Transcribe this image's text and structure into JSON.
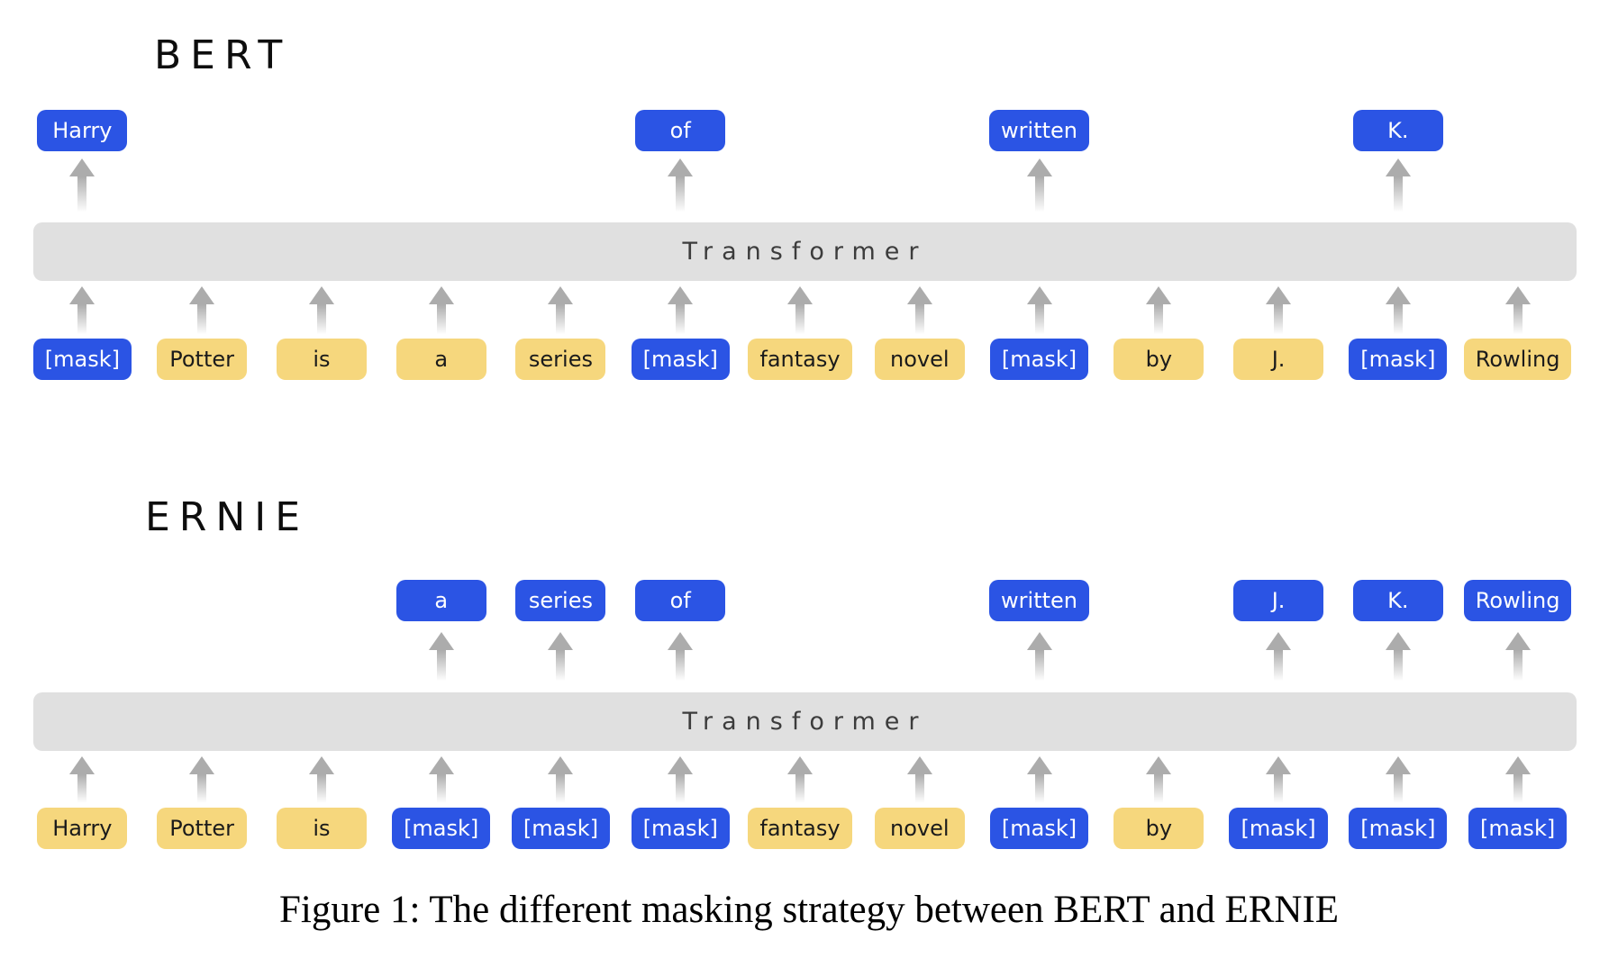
{
  "figure": {
    "caption": "Figure 1: The different masking strategy between BERT and ERNIE"
  },
  "colors": {
    "masked_blue": "#2B54E4",
    "token_yellow": "#F6D77D",
    "bar_gray": "#E0E0E0",
    "arrow_gray": "#ACACAC"
  },
  "sections": [
    {
      "title": "BERT",
      "transformer_label": "Transformer",
      "outputs": [
        {
          "col": 0,
          "text": "Harry"
        },
        {
          "col": 5,
          "text": "of"
        },
        {
          "col": 8,
          "text": "written"
        },
        {
          "col": 11,
          "text": "K."
        }
      ],
      "inputs": [
        {
          "text": "[mask]",
          "masked": true
        },
        {
          "text": "Potter",
          "masked": false
        },
        {
          "text": "is",
          "masked": false
        },
        {
          "text": "a",
          "masked": false
        },
        {
          "text": "series",
          "masked": false
        },
        {
          "text": "[mask]",
          "masked": true
        },
        {
          "text": "fantasy",
          "masked": false
        },
        {
          "text": "novel",
          "masked": false
        },
        {
          "text": "[mask]",
          "masked": true
        },
        {
          "text": "by",
          "masked": false
        },
        {
          "text": "J.",
          "masked": false
        },
        {
          "text": "[mask]",
          "masked": true
        },
        {
          "text": "Rowling",
          "masked": false
        }
      ]
    },
    {
      "title": "ERNIE",
      "transformer_label": "Transformer",
      "outputs": [
        {
          "col": 3,
          "text": "a"
        },
        {
          "col": 4,
          "text": "series"
        },
        {
          "col": 5,
          "text": "of"
        },
        {
          "col": 8,
          "text": "written"
        },
        {
          "col": 10,
          "text": "J."
        },
        {
          "col": 11,
          "text": "K."
        },
        {
          "col": 12,
          "text": "Rowling"
        }
      ],
      "inputs": [
        {
          "text": "Harry",
          "masked": false
        },
        {
          "text": "Potter",
          "masked": false
        },
        {
          "text": "is",
          "masked": false
        },
        {
          "text": "[mask]",
          "masked": true
        },
        {
          "text": "[mask]",
          "masked": true
        },
        {
          "text": "[mask]",
          "masked": true
        },
        {
          "text": "fantasy",
          "masked": false
        },
        {
          "text": "novel",
          "masked": false
        },
        {
          "text": "[mask]",
          "masked": true
        },
        {
          "text": "by",
          "masked": false
        },
        {
          "text": "[mask]",
          "masked": true
        },
        {
          "text": "[mask]",
          "masked": true
        },
        {
          "text": "[mask]",
          "masked": true
        }
      ]
    }
  ]
}
